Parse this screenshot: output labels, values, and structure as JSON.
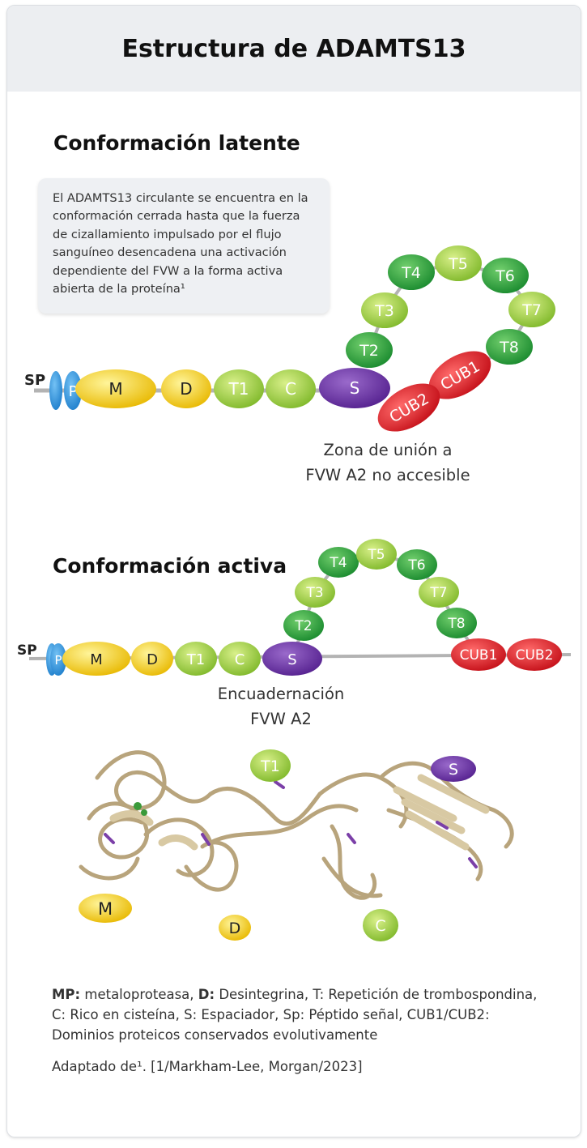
{
  "title": "Estructura de ADAMTS13",
  "latent": {
    "heading": "Conformación latente",
    "note": "El ADAMTS13 circulante se encuentra en la conformación cerrada hasta que la fuerza de cizallamiento impulsado por el flujo sanguíneo desencadena una activación dependiente del FVW a la forma activa abierta de la proteína¹",
    "caption_line1": "Zona de unión a",
    "caption_line2": "FVW A2 no accesible"
  },
  "active": {
    "heading": "Conformación activa",
    "caption_line1": "Encuadernación",
    "caption_line2": "FVW A2"
  },
  "domains": {
    "sp": "SP",
    "p": "P",
    "m": "M",
    "d": "D",
    "t1": "T1",
    "c": "C",
    "s": "S",
    "t2": "T2",
    "t3": "T3",
    "t4": "T4",
    "t5": "T5",
    "t6": "T6",
    "t7": "T7",
    "t8": "T8",
    "cub1": "CUB1",
    "cub2": "CUB2"
  },
  "legend": {
    "mp_abbr": "MP:",
    "mp_text": " metaloproteasa, ",
    "d_abbr": "D:",
    "d_text": " Desintegrina, T: Repetición de trombospondina, C: Rico en cisteína, S: Espaciador, Sp: Péptido señal, CUB1/CUB2: Dominios  proteicos conservados evolutivamente"
  },
  "source": "Adaptado de¹. [1/Markham-Lee, Morgan/2023]",
  "colors": {
    "yellow": "#f2cc17",
    "lime": "#a7d63e",
    "green": "#2ea043",
    "purple": "#6b35a3",
    "red": "#d81f26",
    "blue": "#2f8fd8",
    "ribbon": "#c9b690"
  }
}
